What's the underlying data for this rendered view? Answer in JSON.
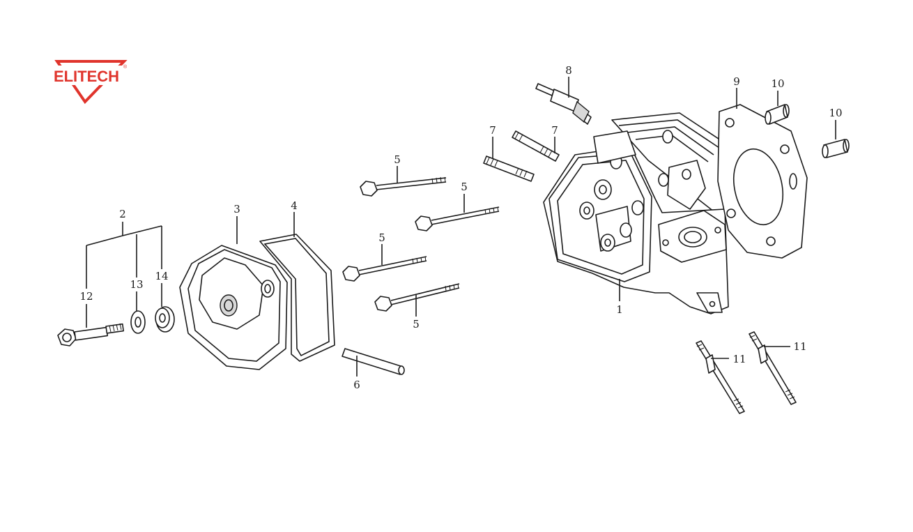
{
  "logo": {
    "text": "ELITECH",
    "registered_mark": "®",
    "color": "#e0342c"
  },
  "callouts": [
    {
      "id": "c1",
      "text": "1"
    },
    {
      "id": "c2",
      "text": "2"
    },
    {
      "id": "c3",
      "text": "3"
    },
    {
      "id": "c4",
      "text": "4"
    },
    {
      "id": "c5a",
      "text": "5"
    },
    {
      "id": "c5b",
      "text": "5"
    },
    {
      "id": "c5c",
      "text": "5"
    },
    {
      "id": "c5d",
      "text": "5"
    },
    {
      "id": "c6",
      "text": "6"
    },
    {
      "id": "c7a",
      "text": "7"
    },
    {
      "id": "c7b",
      "text": "7"
    },
    {
      "id": "c8",
      "text": "8"
    },
    {
      "id": "c9",
      "text": "9"
    },
    {
      "id": "c10a",
      "text": "10"
    },
    {
      "id": "c10b",
      "text": "10"
    },
    {
      "id": "c11a",
      "text": "11"
    },
    {
      "id": "c11b",
      "text": "11"
    },
    {
      "id": "c12",
      "text": "12"
    },
    {
      "id": "c13",
      "text": "13"
    },
    {
      "id": "c14",
      "text": "14"
    }
  ]
}
